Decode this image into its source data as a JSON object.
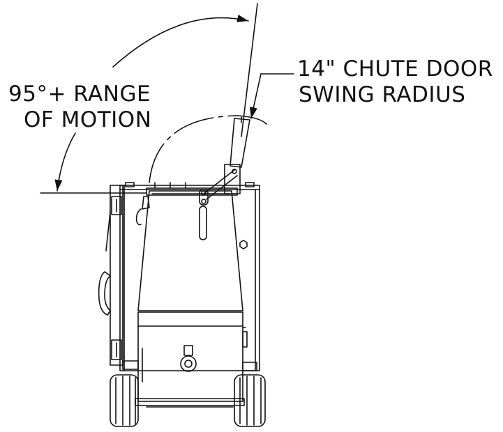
{
  "annotations": {
    "range_line1": "95°+ RANGE",
    "range_line2": "OF MOTION",
    "chute_line1": "14\" CHUTE DOOR",
    "chute_line2": "SWING RADIUS"
  },
  "colors": {
    "ink": "#111111",
    "background": "#ffffff"
  }
}
